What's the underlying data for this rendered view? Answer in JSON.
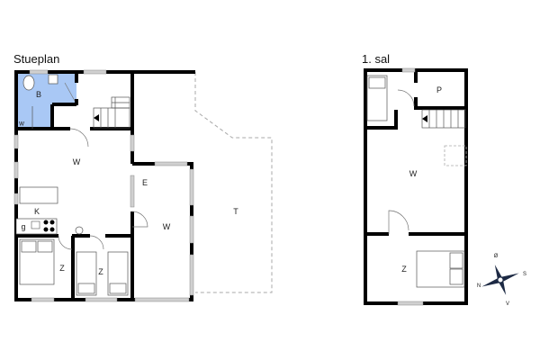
{
  "ground_floor": {
    "title": "Stueplan",
    "rooms": {
      "bathroom": "B",
      "washer": "w",
      "living_main": "W",
      "kitchen": "K",
      "gas": "g",
      "bedroom_1": "Z",
      "bedroom_2": "Z",
      "entry": "E",
      "living_side": "W",
      "terrace": "T"
    }
  },
  "first_floor": {
    "title": "1. sal",
    "rooms": {
      "storage": "P",
      "living": "W",
      "bedroom": "Z"
    }
  },
  "compass": {
    "north": "N",
    "south": "S",
    "east": "Ø",
    "west": "V"
  },
  "colors": {
    "wall": "#000000",
    "bathroom_fill": "#a9c8f5",
    "window": "#c8c8c8",
    "terrace_line": "#aaaaaa"
  }
}
